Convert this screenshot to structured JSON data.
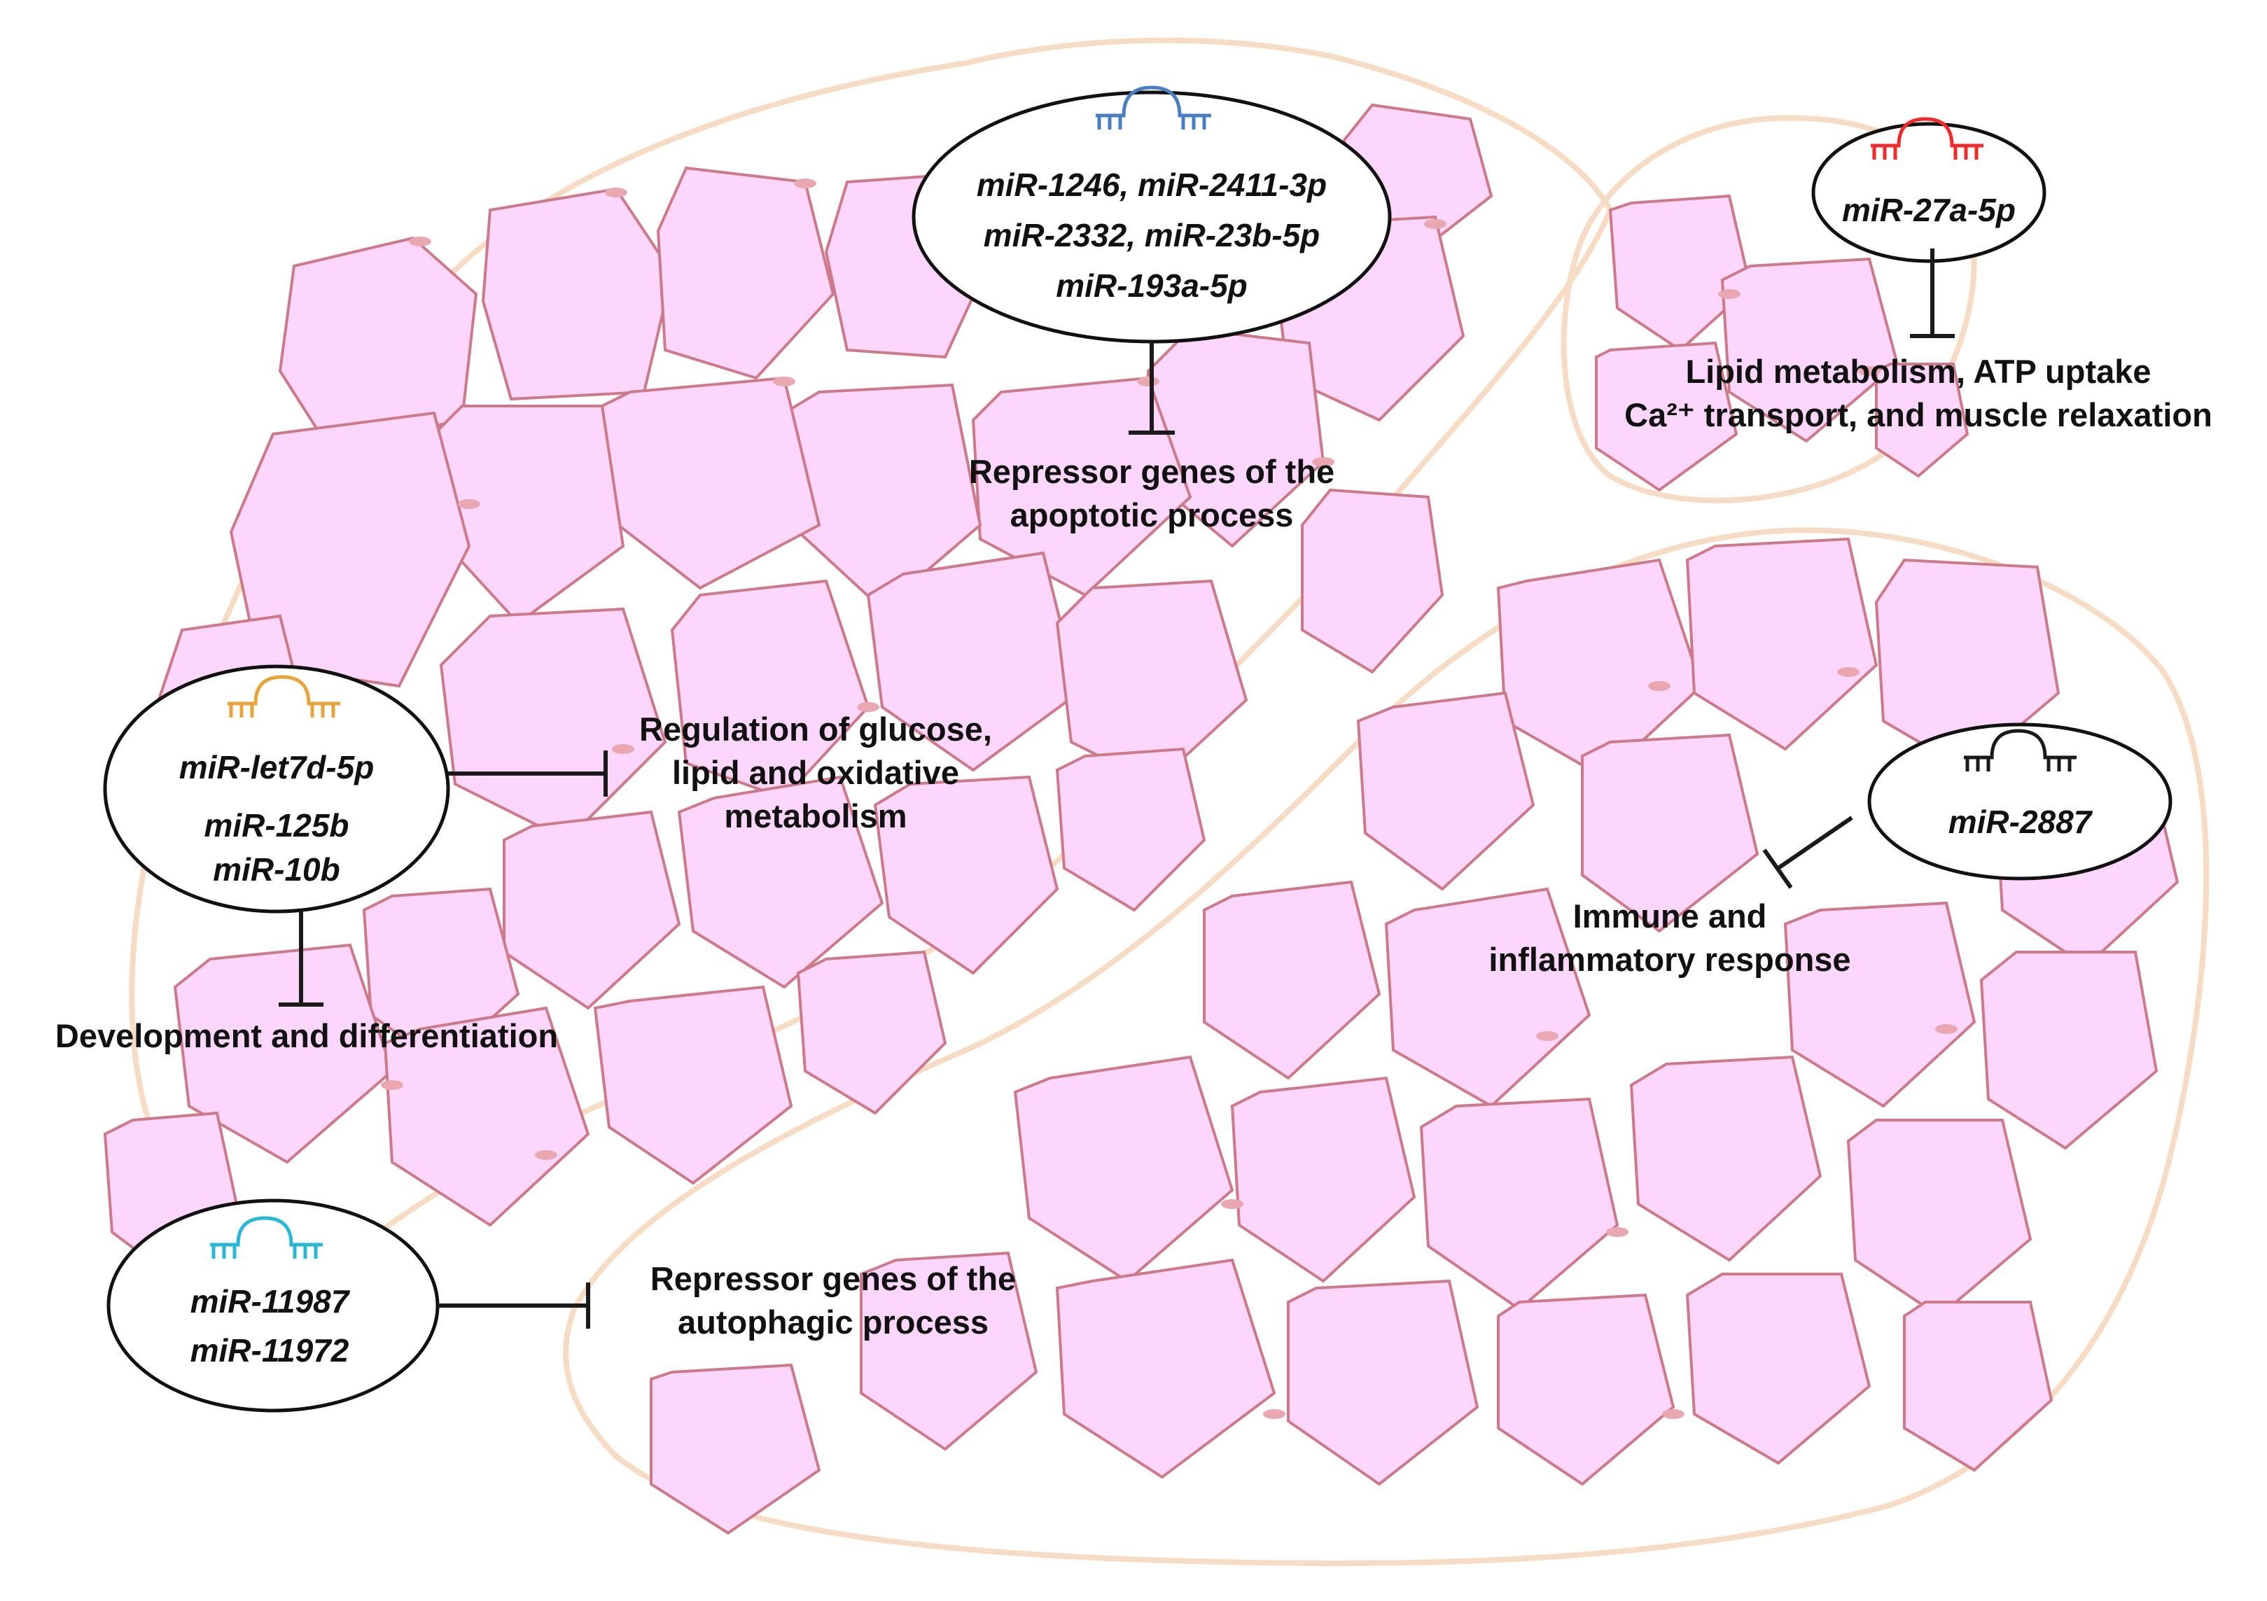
{
  "groups": [
    {
      "id": "apoptotic",
      "icon_color": "#4a7ec2",
      "mirnas": [
        "miR-1246, miR-2411-3p",
        "miR-2332, miR-23b-5p",
        "miR-193a-5p"
      ],
      "effects": [
        [
          "Repressor genes of the",
          "apoptotic process"
        ]
      ]
    },
    {
      "id": "lipid-atp",
      "icon_color": "#ee2a2a",
      "mirnas": [
        "miR-27a-5p"
      ],
      "effects": [
        [
          "Lipid metabolism, ATP uptake",
          "Ca²⁺ transport, and muscle relaxation"
        ]
      ]
    },
    {
      "id": "let7",
      "icon_color": "#e6a43a",
      "mirnas": [
        "miR-let7d-5p",
        "miR-125b",
        "miR-10b"
      ],
      "effects": [
        [
          "Regulation of glucose,",
          "lipid and oxidative",
          "metabolism"
        ],
        [
          "Development and differentiation"
        ]
      ]
    },
    {
      "id": "immune",
      "icon_color": "#1a1a1a",
      "mirnas": [
        "miR-2887"
      ],
      "effects": [
        [
          "Immune and",
          "inflammatory response"
        ]
      ]
    },
    {
      "id": "autophagic",
      "icon_color": "#2ab7d6",
      "mirnas": [
        "miR-11987",
        "miR-11972"
      ],
      "effects": [
        [
          "Repressor genes of the",
          "autophagic process"
        ]
      ]
    }
  ],
  "colors": {
    "fiber_fill": "#fdd6fb",
    "fiber_stroke": "#cc7a8a",
    "nucleus": "#e9a7b2",
    "fascicle_outline": "#f6dcc4",
    "inhibition_line": "#1a1a1a",
    "ellipse_stroke": "#111111"
  }
}
